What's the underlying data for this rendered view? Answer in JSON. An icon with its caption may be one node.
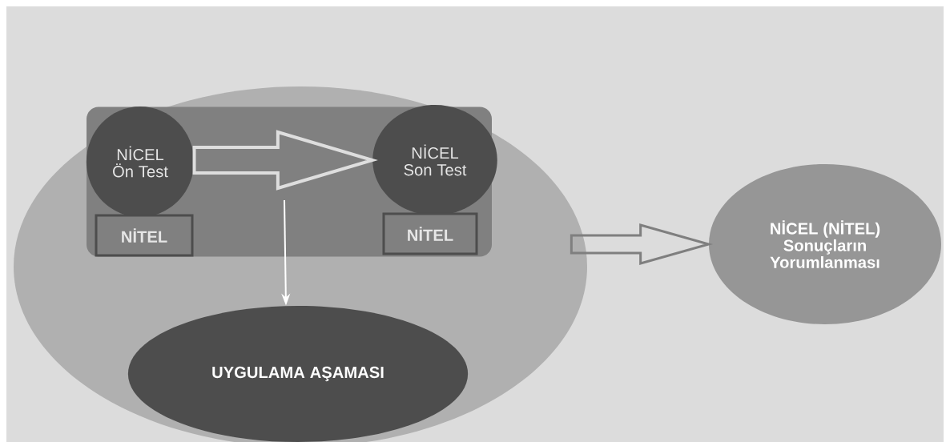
{
  "diagram": {
    "nodes": [
      {
        "text": [],
        "shape": "ellipse"
      },
      {
        "text": [],
        "shape": "box",
        "in": 0
      },
      {
        "text": [
          "NİCEL Ön Test"
        ],
        "in": 1
      },
      {
        "text": [
          "NİTEL"
        ],
        "in": 1
      },
      {
        "text": [
          "NİCEL Son Test"
        ],
        "in": 1
      },
      {
        "text": [
          "NİTEL"
        ],
        "in": 1
      },
      {
        "text": [
          "UYGULAMA AŞAMASI"
        ],
        "in": 0
      },
      {
        "text": [
          "NİCEL (NİTEL) Sonuçların Yorumlanması"
        ]
      }
    ],
    "edges": [
      {
        "from": 2,
        "to": 4,
        "arrow": "to",
        "style": "thick",
        "color": "#dedede"
      },
      {
        "from": null,
        "to": 6,
        "arrow": "to",
        "color": "#ffffff"
      },
      {
        "from": 0,
        "to": 7,
        "arrow": "to",
        "style": "thick",
        "color": "#7f7f7f"
      }
    ]
  }
}
